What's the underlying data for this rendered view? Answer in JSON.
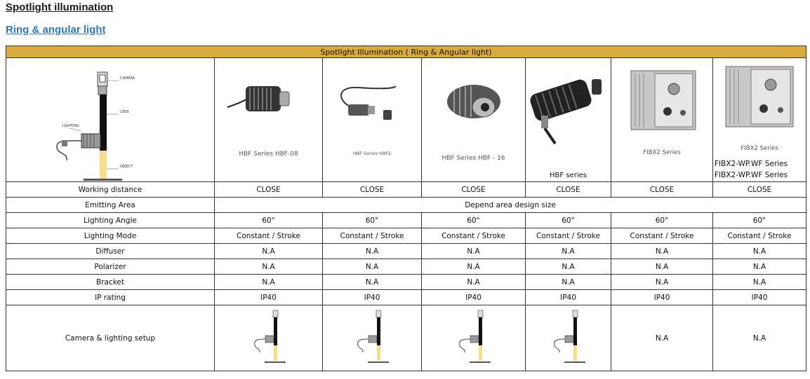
{
  "headings": {
    "main": "Spotlight illumination",
    "sub": "Ring & angular light"
  },
  "table": {
    "title": "Spotlight Illumination ( Ring & Angular light)",
    "diagram_labels": {
      "camera": "CAMERA",
      "lens": "LENS",
      "lighting": "LIGHTING",
      "object": "OBJECT"
    },
    "products": [
      {
        "caption": "HBF Series HBF-08",
        "icon": "spotlight-finned-small-icon"
      },
      {
        "caption": "HBF Series HBFS",
        "icon": "spotlight-mini-cable-icon"
      },
      {
        "caption": "HBF Series HBF - 16",
        "icon": "spotlight-finned-medium-icon"
      },
      {
        "caption": "HBF series",
        "icon": "spotlight-finned-large-icon"
      },
      {
        "caption": "FIBX2 Series",
        "icon": "fiber-light-box-icon"
      },
      {
        "caption": "FIBX2 Series",
        "extra": [
          "FIBX2-WP.WF Series",
          "FIBX2-WP.WF Series"
        ],
        "icon": "fiber-light-box-icon"
      }
    ],
    "rows": [
      {
        "label": "Working distance",
        "values": [
          "CLOSE",
          "CLOSE",
          "CLOSE",
          "CLOSE",
          "CLOSE",
          "CLOSE"
        ]
      },
      {
        "label": "Emitting Area",
        "merged": "Depend area design size"
      },
      {
        "label": "Lighting Angle",
        "values": [
          "60°",
          "60°",
          "60°",
          "60°",
          "60°",
          "60°"
        ]
      },
      {
        "label": "Lighting Mode",
        "values": [
          "Constant / Stroke",
          "Constant / Stroke",
          "Constant / Stroke",
          "Constant / Stroke",
          "Constant / Stroke",
          "Constant / Stroke"
        ]
      },
      {
        "label": "Diffuser",
        "values": [
          "N.A",
          "N.A",
          "N.A",
          "N.A",
          "N.A",
          "N.A"
        ]
      },
      {
        "label": "Polarizer",
        "values": [
          "N.A",
          "N.A",
          "N.A",
          "N.A",
          "N.A",
          "N.A"
        ]
      },
      {
        "label": "Bracket",
        "values": [
          "N.A",
          "N.A",
          "N.A",
          "N.A",
          "N.A",
          "N.A"
        ]
      },
      {
        "label": "IP rating",
        "values": [
          "IP40",
          "IP40",
          "IP40",
          "IP40",
          "IP40",
          "IP40"
        ]
      }
    ],
    "setup": {
      "label": "Camera & lighting setup",
      "na": [
        "N.A",
        "N.A"
      ]
    }
  }
}
